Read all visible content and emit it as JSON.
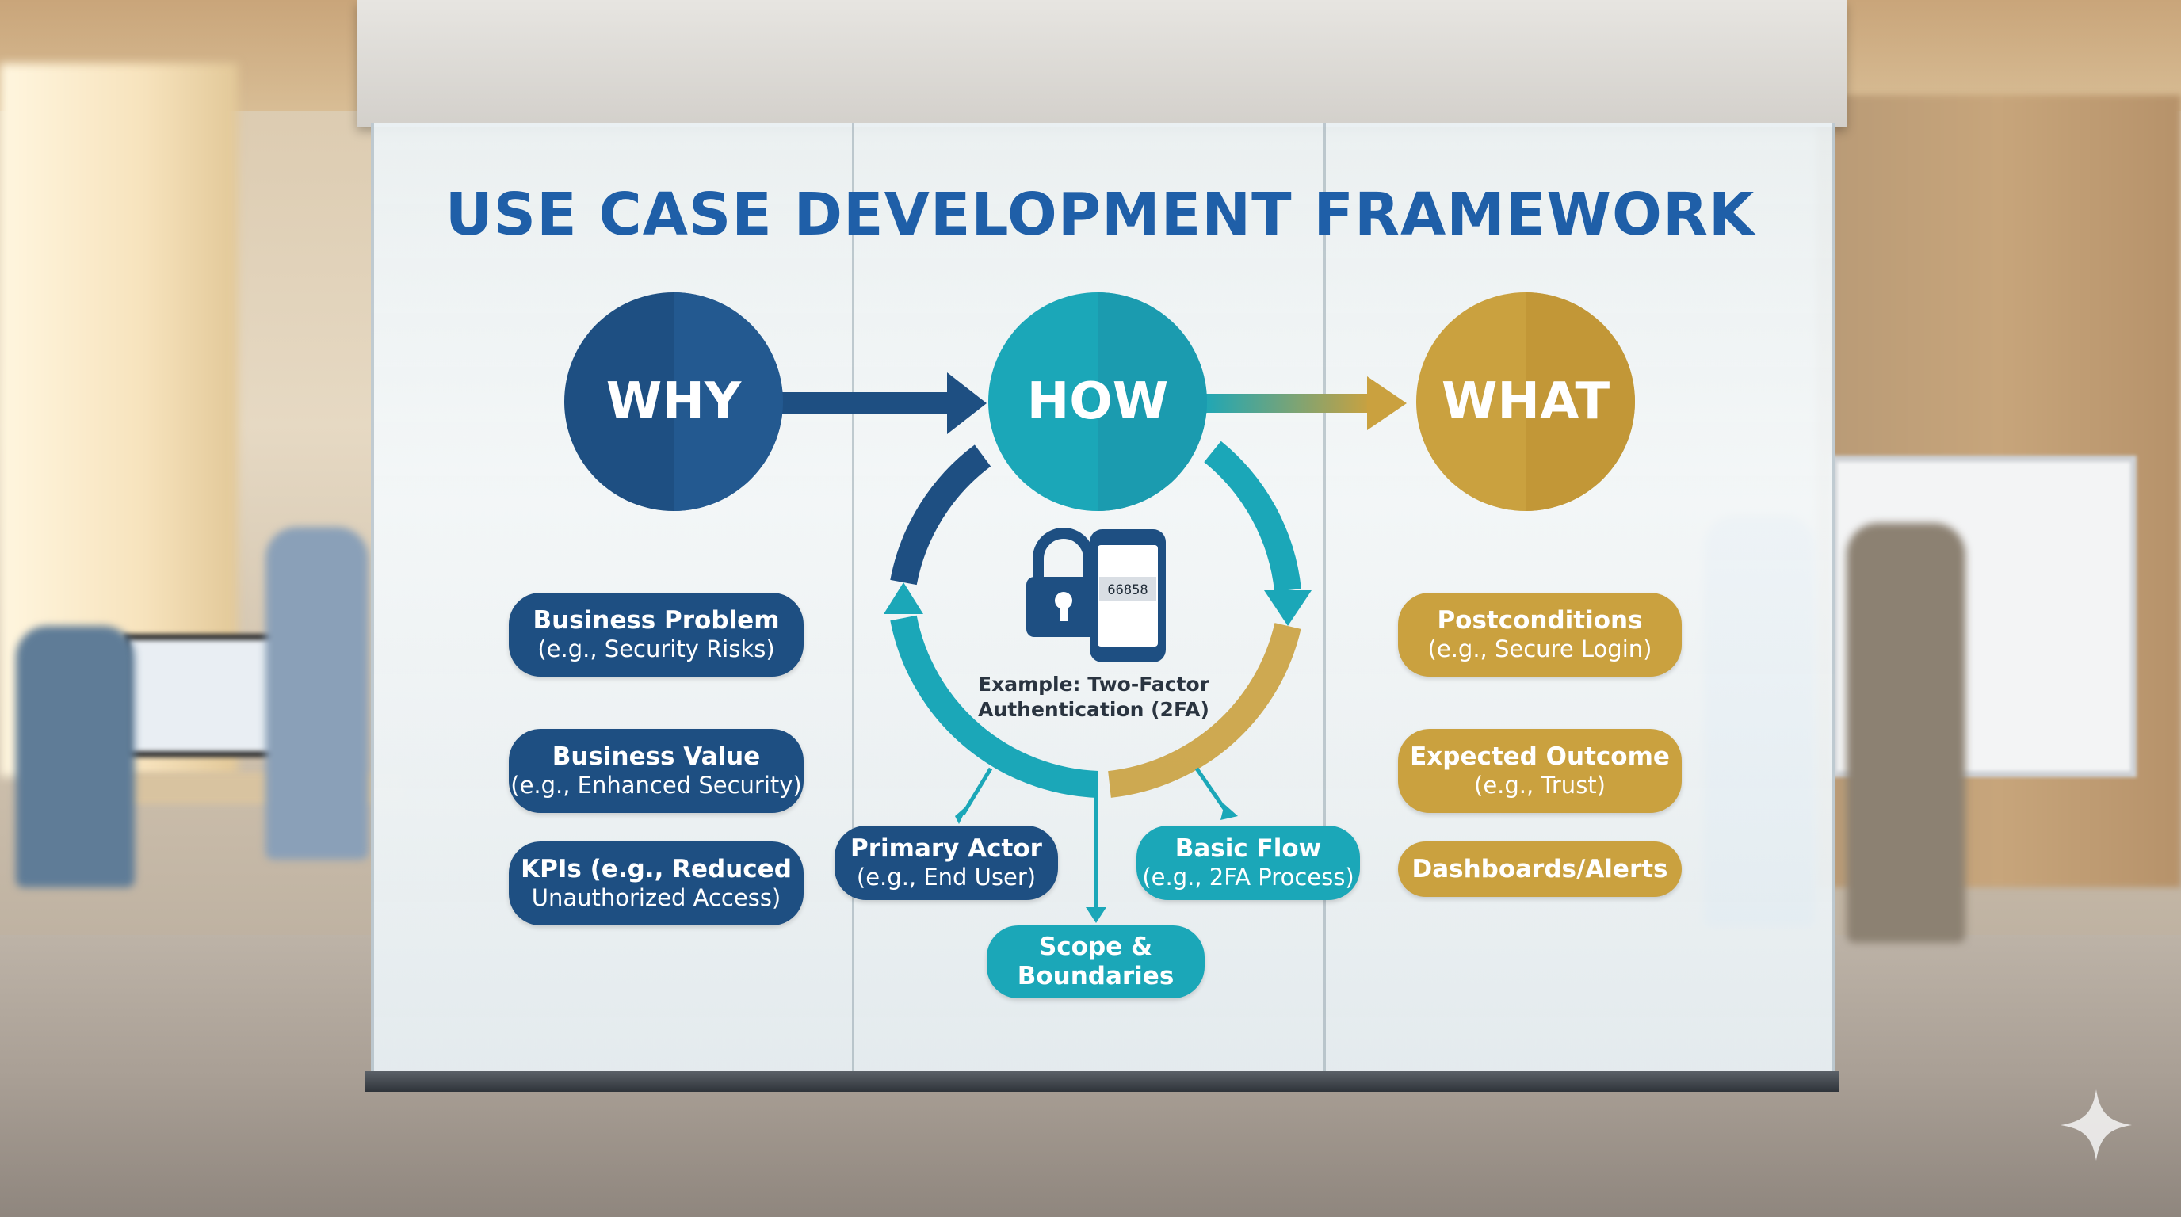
{
  "title": "USE CASE DEVELOPMENT FRAMEWORK",
  "stages": {
    "why": "WHY",
    "how": "HOW",
    "what": "WHAT"
  },
  "why_items": [
    {
      "line1": "Business Problem",
      "line2": "(e.g., Security Risks)"
    },
    {
      "line1": "Business Value",
      "line2": "(e.g., Enhanced Security)"
    },
    {
      "line1": "KPIs (e.g., Reduced",
      "line2": "Unauthorized Access)"
    }
  ],
  "how_items": {
    "example_line1": "Example: Two-Factor",
    "example_line2": "Authentication (2FA)",
    "phone_code": "66858",
    "primary_actor": {
      "line1": "Primary Actor",
      "line2": "(e.g., End User)"
    },
    "basic_flow": {
      "line1": "Basic Flow",
      "line2": "(e.g., 2FA Process)"
    },
    "scope": {
      "line1": "Scope &",
      "line2": "Boundaries"
    }
  },
  "what_items": [
    {
      "line1": "Postconditions",
      "line2": "(e.g., Secure Login)"
    },
    {
      "line1": "Expected Outcome",
      "line2": "(e.g., Trust)"
    },
    {
      "line1": "Dashboards/Alerts",
      "line2": ""
    }
  ],
  "colors": {
    "title": "#1f5fa8",
    "navy": "#1e4f82",
    "teal": "#1ba7b8",
    "gold": "#caa13f"
  },
  "icons": [
    "padlock-icon",
    "smartphone-icon",
    "sparkle-icon"
  ]
}
